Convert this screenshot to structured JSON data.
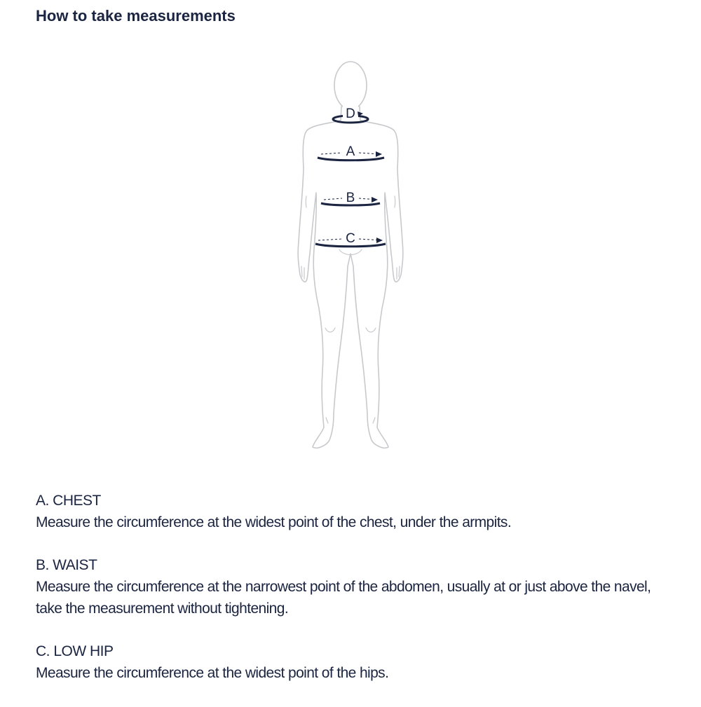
{
  "page": {
    "title": "How to take measurements"
  },
  "figure": {
    "markers": [
      "D",
      "A",
      "B",
      "C"
    ]
  },
  "sections": [
    {
      "title": "A. CHEST",
      "text": "Measure the circumference at the widest point of the chest, under the armpits."
    },
    {
      "title": "B. WAIST",
      "text": "Measure the circumference at the narrowest point of the abdomen, usually at or just above the navel, take the measurement without tightening."
    },
    {
      "title": "C. LOW HIP",
      "text": "Measure the circumference at the widest point of the hips."
    }
  ],
  "colors": {
    "text": "#1b2440",
    "figure_outline": "#c8c9cc",
    "background": "#ffffff"
  }
}
